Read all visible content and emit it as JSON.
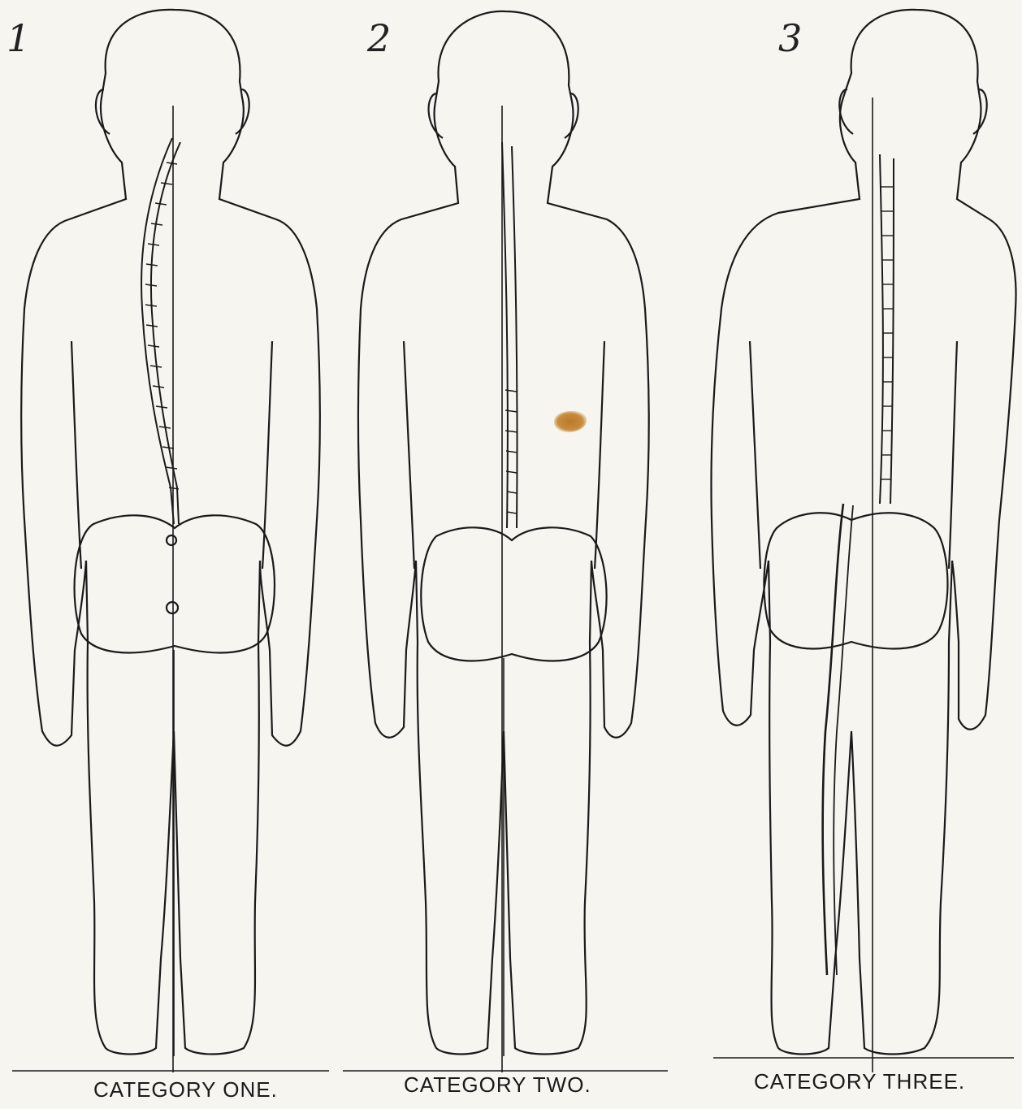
{
  "figures": [
    {
      "number": "1",
      "caption": "CATEGORY ONE."
    },
    {
      "number": "2",
      "caption": "CATEGORY TWO."
    },
    {
      "number": "3",
      "caption": "CATEGORY THREE."
    }
  ],
  "colors": {
    "ink": "#1a1a1a",
    "paper": "#f6f5f0",
    "stain": "#c98d3f"
  }
}
